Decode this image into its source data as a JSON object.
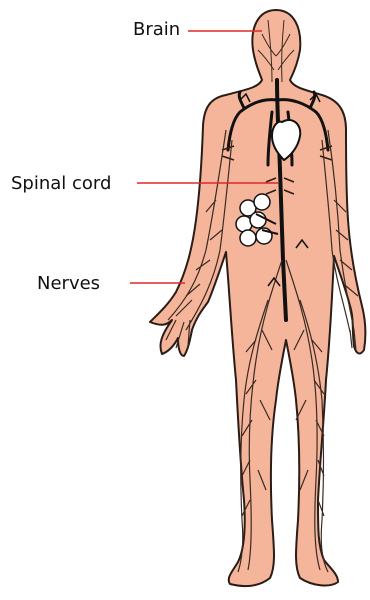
{
  "labels": {
    "brain": "Brain",
    "spinal_cord": "Spinal cord",
    "nerves": "Nerves"
  },
  "colors": {
    "skin": "#f5b59a",
    "outline": "#2a1c16",
    "nerve": "#3a2a22",
    "leader_line": "#e0282a",
    "heart": "#ffffff",
    "vessel": "#111111"
  }
}
